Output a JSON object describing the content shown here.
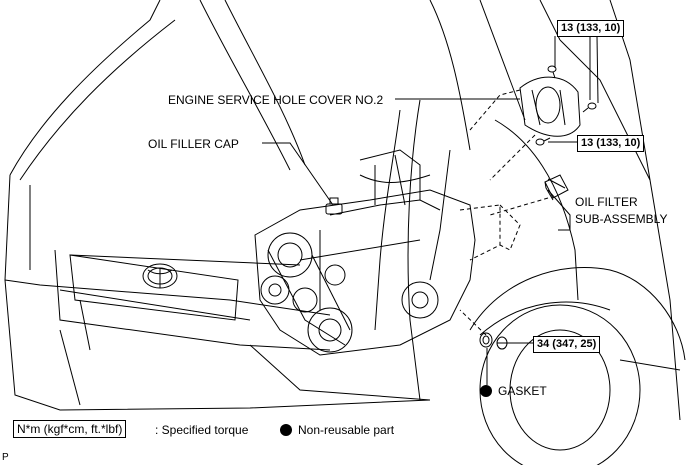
{
  "labels": {
    "service_hole_cover": "ENGINE SERVICE HOLE COVER NO.2",
    "oil_filler_cap": "OIL FILLER CAP",
    "oil_filter_line1": "OIL FILTER",
    "oil_filter_line2": "SUB-ASSEMBLY",
    "gasket": "GASKET"
  },
  "torque_specs": {
    "cover_top": "13 (133, 10)",
    "cover_bottom": "13 (133, 10)",
    "drain_plug": "34 (347, 25)"
  },
  "legend": {
    "torque_unit_box": "N*m (kgf*cm, ft.*lbf)",
    "torque_text": ": Specified torque",
    "nonreusable_text": "Non-reusable part"
  },
  "corner_mark": "P",
  "colors": {
    "line": "#000000",
    "background": "#ffffff"
  }
}
